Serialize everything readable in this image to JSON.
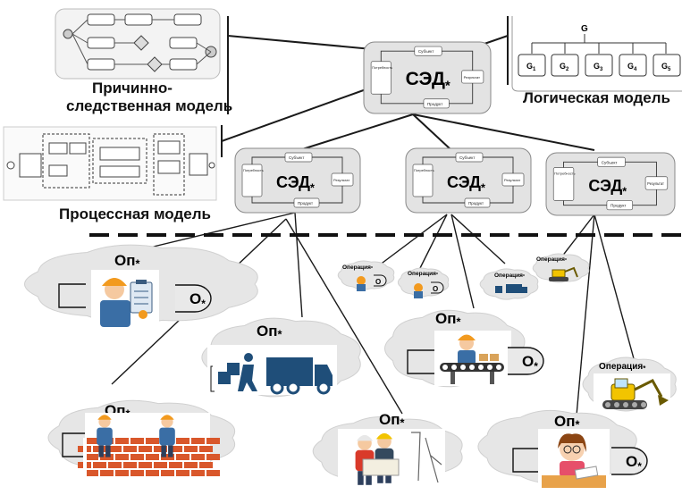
{
  "models": {
    "causal_label_1": "Причинно-",
    "causal_label_2": "следственная модель",
    "logical_label": "Логическая модель",
    "process_label": "Процессная модель",
    "logical_root": "G",
    "logical_leaves": [
      "G",
      "G",
      "G",
      "G",
      "G"
    ],
    "logical_leaf_subs": [
      "1",
      "2",
      "3",
      "4",
      "5"
    ]
  },
  "sed": {
    "label": "СЭД",
    "star": "*",
    "subject": "Субъект",
    "need": "Потребность",
    "result": "Результат",
    "product": "Продукт"
  },
  "operations": {
    "op_label": "Оп",
    "star": "*",
    "o_label": "О",
    "operation_label": "Операция",
    "operation_star": "*"
  },
  "colors": {
    "cloud_fill": "#e6e6e6",
    "sed_fill": "#e3e3e3",
    "line": "#1a1a1a",
    "worker_orange": "#f29a1f",
    "worker_blue": "#3a6ea5",
    "truck_blue": "#1f4e79",
    "brick": "#d9572b"
  },
  "icons": [
    "worker-with-clipboard-icon",
    "loader-with-truck-icon",
    "conveyor-worker-icon",
    "builders-brick-wall-icon",
    "engineers-with-plan-icon",
    "office-woman-icon",
    "excavator-icon"
  ]
}
